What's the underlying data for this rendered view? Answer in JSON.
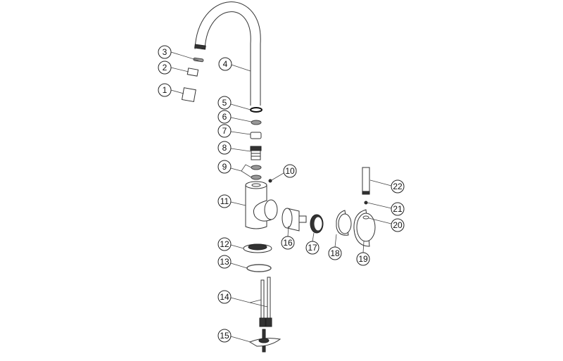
{
  "diagram": {
    "title": "Exploded parts diagram of a swivel-spout mixer tap",
    "callouts": [
      "1",
      "2",
      "3",
      "4",
      "5",
      "6",
      "7",
      "8",
      "9",
      "10",
      "11",
      "12",
      "13",
      "14",
      "15",
      "16",
      "17",
      "18",
      "19",
      "20",
      "21",
      "22"
    ]
  },
  "colors": {
    "line": "#333333",
    "background": "#ffffff"
  }
}
